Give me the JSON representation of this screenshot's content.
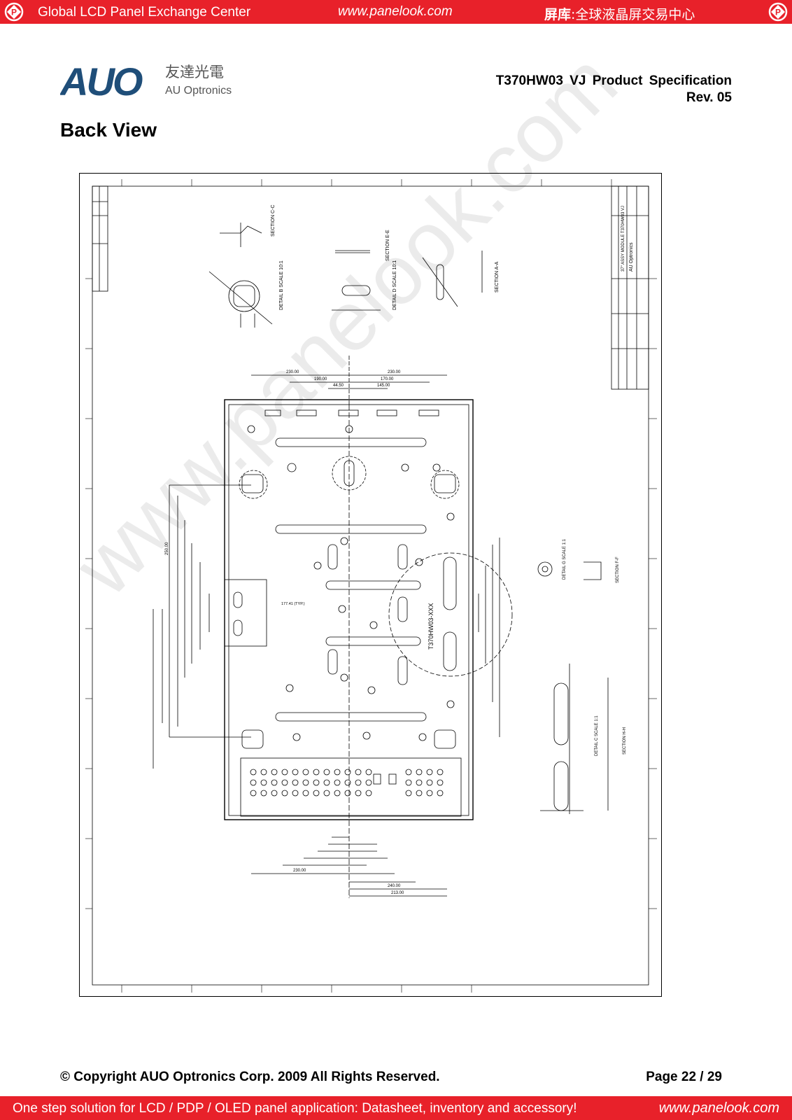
{
  "top_bar": {
    "left_text": "Global LCD Panel Exchange Center",
    "url": "www.panelook.com",
    "chinese_bold": "屏库",
    "chinese_rest": ":全球液晶屏交易中心",
    "left_icon": "panelook-logo-icon",
    "right_icon": "panelook-logo-icon",
    "color": "#e8212a"
  },
  "header": {
    "logo_brand": "AUO",
    "logo_chinese": "友達光電",
    "logo_english": "AU Optronics",
    "spec_line1": "T370HW03  VJ  Product  Specification",
    "spec_line2": "Rev. 05",
    "logo_color": "#1f4e79"
  },
  "page": {
    "heading": "Back View"
  },
  "drawing": {
    "label_section_cc": "SECTION  C-C",
    "label_section_ee": "SECTION  E-E",
    "label_section_aa": "SECTION  A-A",
    "label_section_ff": "SECTION  F-F",
    "label_section_hh": "SECTION  H-H",
    "label_detail_b": "DETAIL  B\nSCALE  10:1",
    "label_detail_d": "DETAIL  D\nSCALE  10:1",
    "label_detail_g": "DETAIL  G\nSCALE  1:1",
    "label_detail_c": "DETAIL  C\nSCALE  1:1",
    "model_marking": "T370HW03-XXX",
    "dim_top_left": "230.00",
    "dim_top_right": "230.00",
    "dim_190": "190.00",
    "dim_170": "170.00",
    "dim_145": "145.00",
    "dim_4450": "44.50",
    "dim_17741": "177.41 (TYP.)",
    "dim_2500": "250.00",
    "dim_bottom_230": "230.00",
    "dim_bottom_240": "240.00",
    "dim_bottom_213": "213.00",
    "title_block_company": "AU Optronics",
    "title_block_model": "37\" ASSY MODULE T370HW03 VJ"
  },
  "watermark": "www.panelook.com",
  "footer": {
    "copyright": "© Copyright AUO Optronics Corp. 2009 All Rights Reserved.",
    "page_number": "Page 22 / 29"
  },
  "bottom_bar": {
    "left_text": "One step solution for LCD / PDP / OLED panel application: Datasheet, inventory and accessory!",
    "url": "www.panelook.com"
  }
}
